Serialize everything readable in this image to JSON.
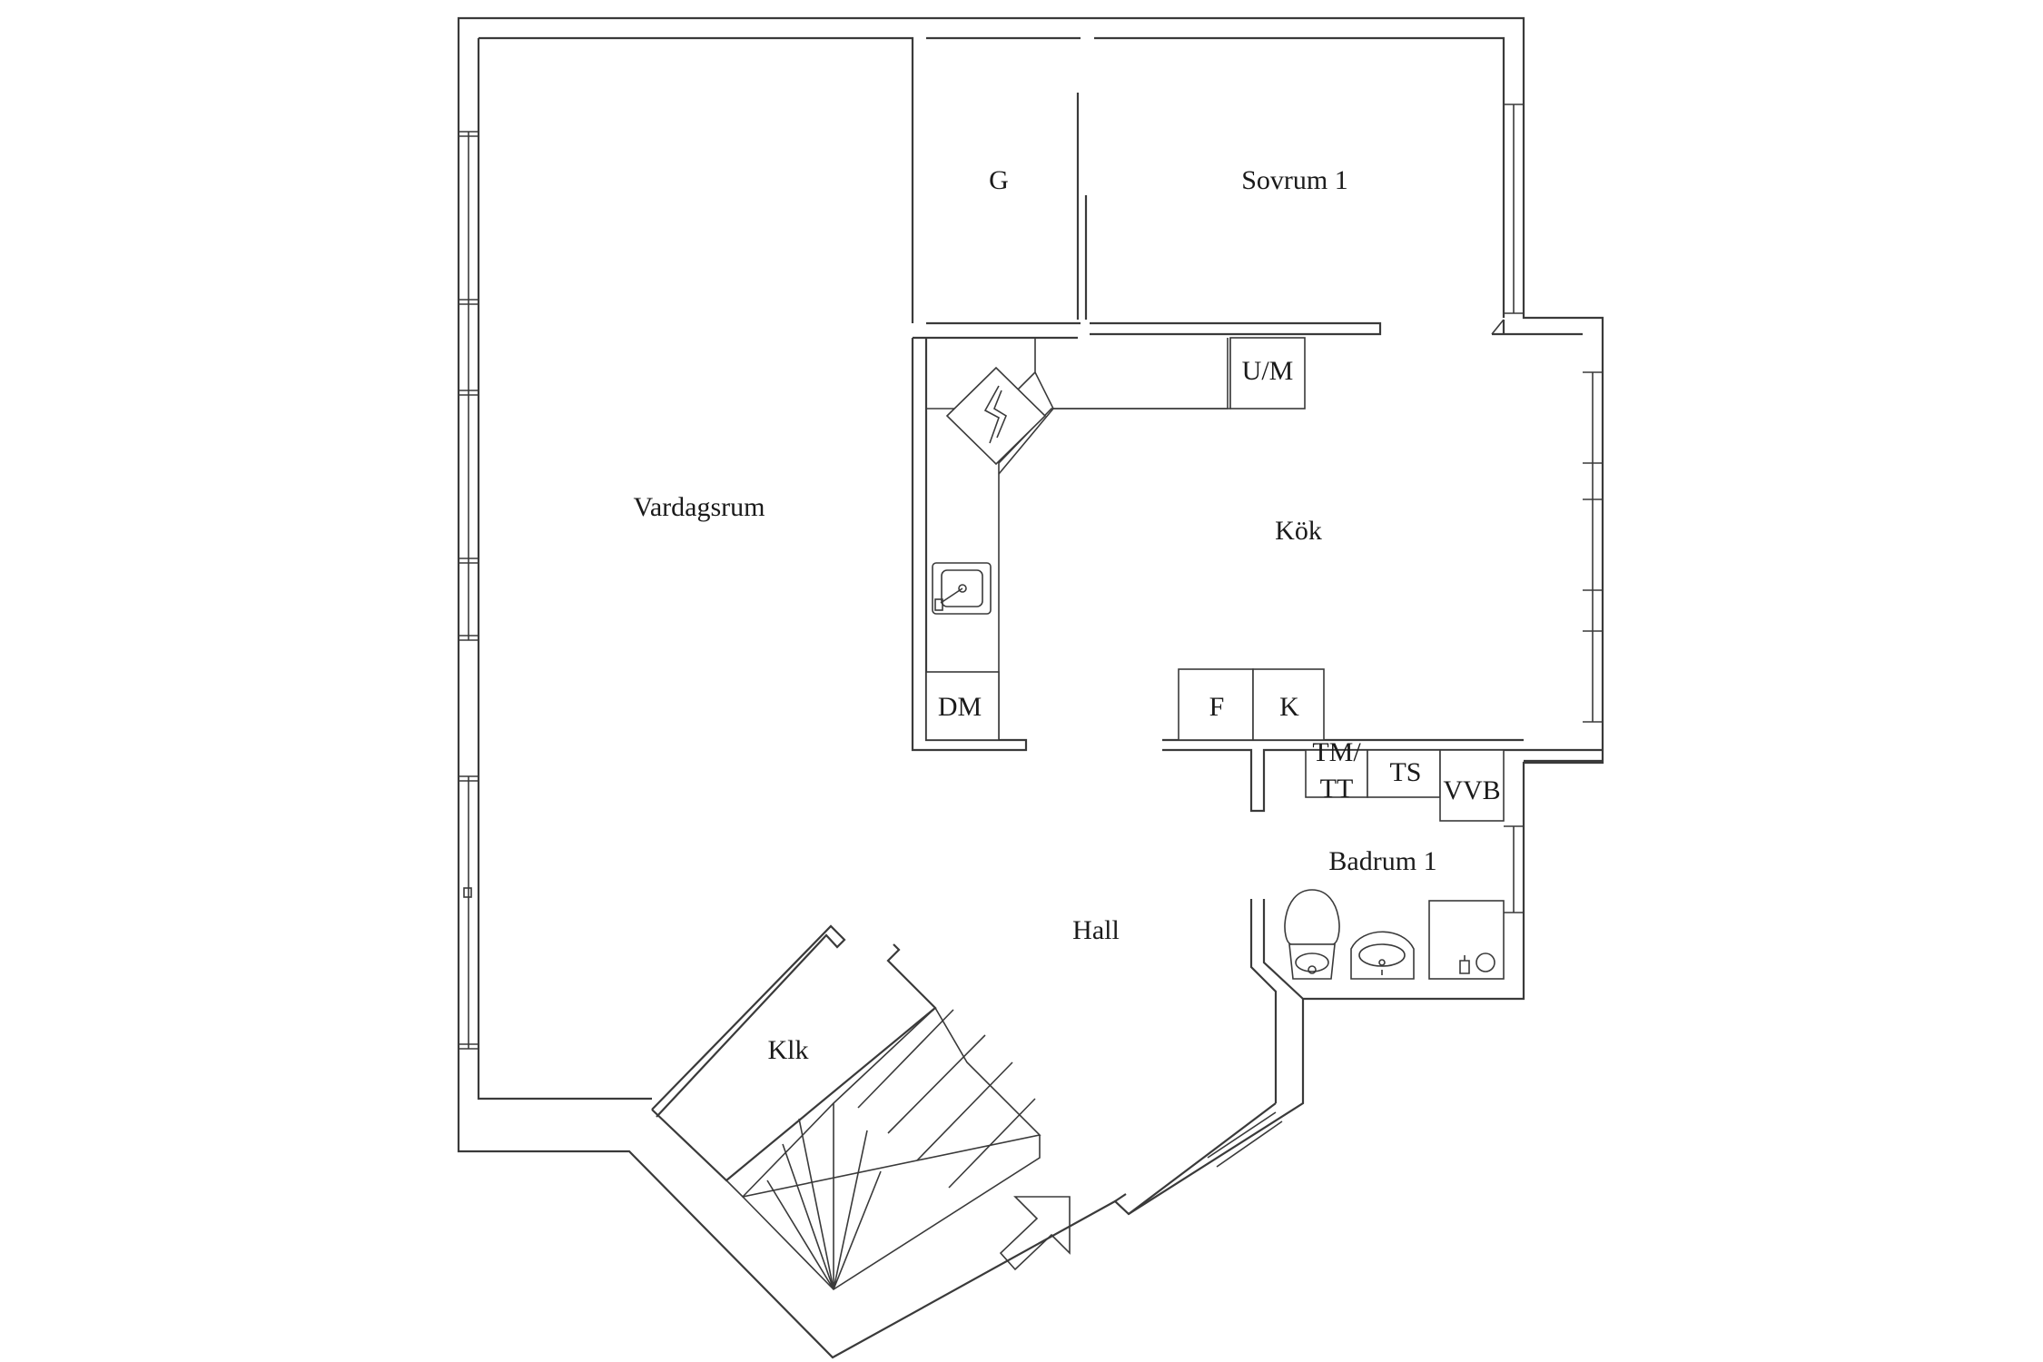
{
  "plan": {
    "rooms": {
      "vardagsrum": "Vardagsrum",
      "g": "G",
      "sovrum": "Sovrum 1",
      "kok": "Kök",
      "hall": "Hall",
      "klk": "Klk",
      "badrum": "Badrum 1"
    },
    "fixtures": {
      "um": "U/M",
      "dm": "DM",
      "f": "F",
      "k": "K",
      "tm_line1": "TM/",
      "tm_line2": "TT",
      "ts": "TS",
      "vvb": "VVB"
    },
    "icons": [
      "stove-icon",
      "sink-icon",
      "toilet-icon",
      "washbasin-icon",
      "shower-icon",
      "entrance-arrow-icon",
      "staircase-icon"
    ],
    "colors": {
      "line": "#3a3a3a",
      "background": "#ffffff"
    }
  }
}
